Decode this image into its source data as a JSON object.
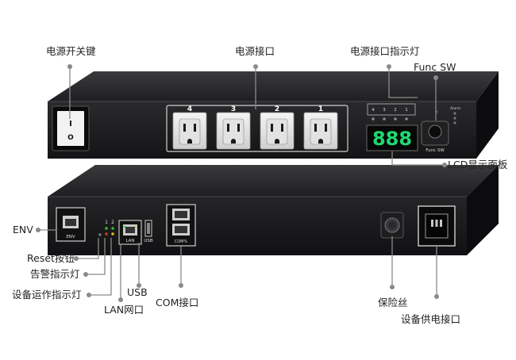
{
  "front_panel": {
    "outlet_numbers": [
      "4",
      "3",
      "2",
      "1"
    ],
    "indicator_numbers": [
      "4",
      "3",
      "2",
      "1"
    ],
    "alarm_text": "Alarm",
    "lcd_text": "888",
    "func_button_text": "Func SW",
    "power_switch_marks": [
      "I",
      "O"
    ]
  },
  "rear_panel": {
    "env_port_text": "ENV",
    "led_numbers": [
      "1",
      "2"
    ],
    "lan_port_text": "LAN",
    "usb_port_text": "USB",
    "com_port_text": "COM%"
  },
  "labels": {
    "power_switch": "电源开关键",
    "power_outlets": "电源接口",
    "outlet_indicators": "电源接口指示灯",
    "func_sw": "Func SW",
    "lcd_panel": "LCD显示面板",
    "env": "ENV",
    "reset_button": "Reset按钮",
    "alarm_led": "告警指示灯",
    "run_led": "设备运作指示灯",
    "usb": "USB",
    "lan_port": "LAN网口",
    "com_port": "COM接口",
    "fuse": "保险丝",
    "power_inlet": "设备供电接口"
  },
  "colors": {
    "chassis": "#1b1b1d",
    "chassis_top": "#2a2a2c",
    "lcd_digits": "#20d870",
    "callout_line": "#8a8a8a",
    "led_green": "#3dbb3d",
    "led_red": "#d83a2a",
    "led_yellow": "#e8c41e"
  }
}
